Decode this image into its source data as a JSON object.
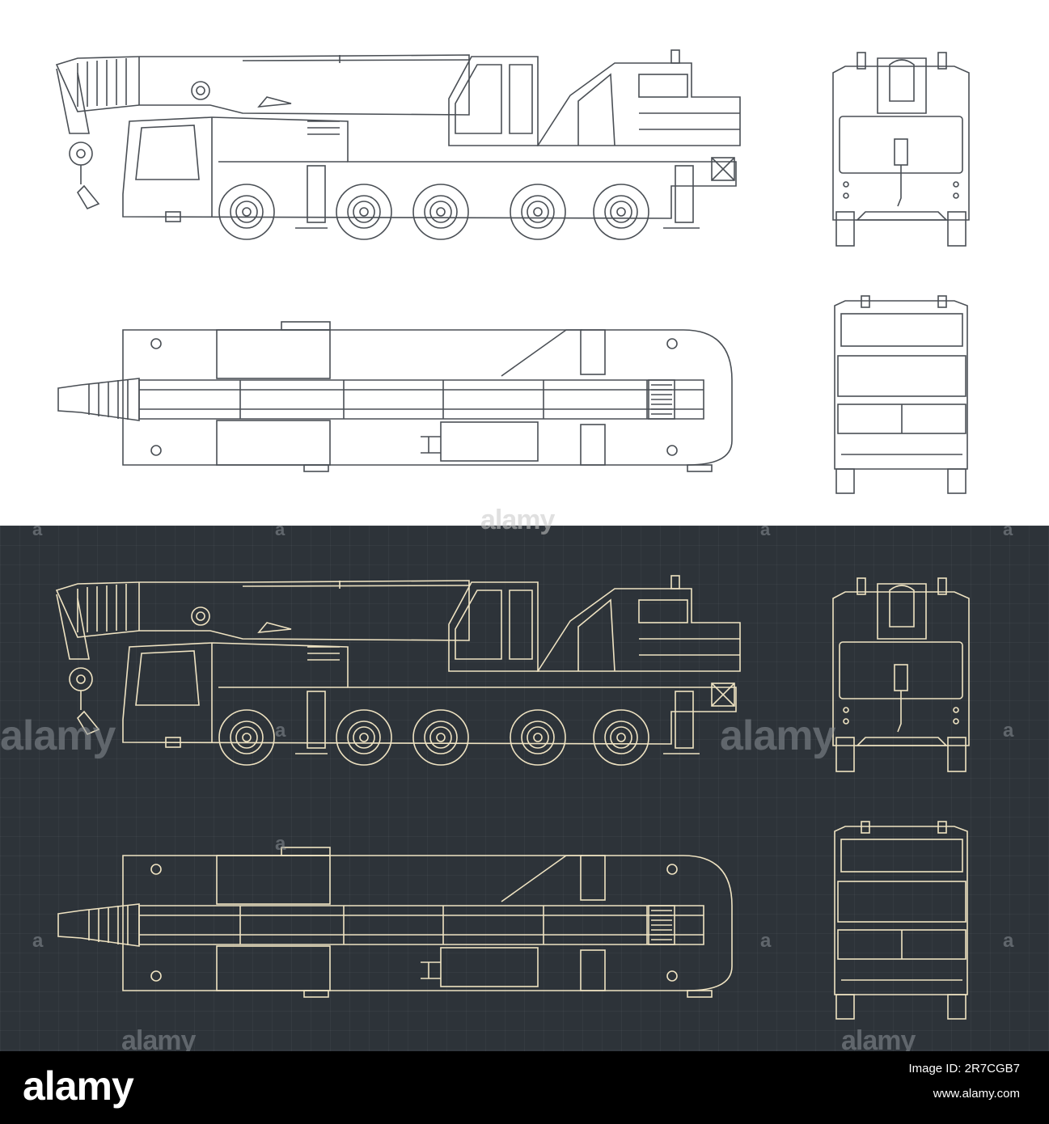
{
  "watermark": {
    "text": "alamy",
    "small_mark": "a"
  },
  "footer": {
    "logo": "alamy",
    "image_id_label": "Image ID: 2R7CGB7",
    "site": "www.alamy.com"
  },
  "colors": {
    "light_background": "#ffffff",
    "light_line": "#4a4f55",
    "dark_background": "#2d3339",
    "dark_line": "#efe3c2",
    "footer_background": "#000000"
  }
}
